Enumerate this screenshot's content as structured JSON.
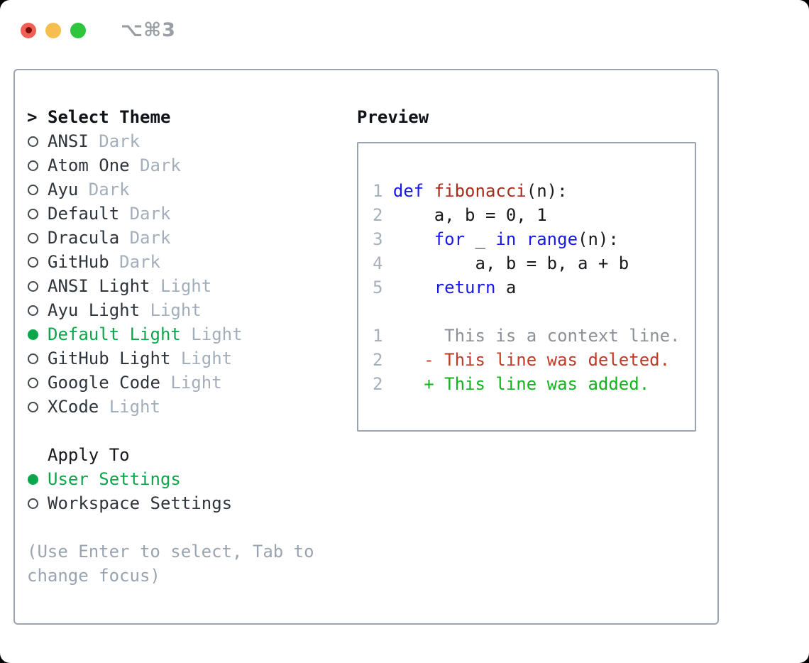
{
  "colors": {
    "accent-green": "#0ba64a",
    "added-green": "#13b31f",
    "deleted-red": "#c23a26",
    "keyword-blue": "#1717ee",
    "function-red": "#a82b1b",
    "muted": "#a3aebb",
    "text": "#2e343b",
    "linenum": "#a6b0bb",
    "context-gray": "#8b9196",
    "border": "#9aa3ae",
    "hint": "#9aa4b0"
  },
  "window": {
    "shortcut": "⌥⌘3",
    "traffic_lights": [
      {
        "name": "close",
        "color": "#f16056",
        "inner_dot_color": "#7c0d06"
      },
      {
        "name": "minimize",
        "color": "#f6bd4f"
      },
      {
        "name": "zoom",
        "color": "#2fc63e"
      }
    ]
  },
  "theme_select": {
    "prompt": ">",
    "heading": "Select Theme",
    "themes": [
      {
        "name": "ANSI",
        "tag": "Dark",
        "selected": false
      },
      {
        "name": "Atom One",
        "tag": "Dark",
        "selected": false
      },
      {
        "name": "Ayu",
        "tag": "Dark",
        "selected": false
      },
      {
        "name": "Default",
        "tag": "Dark",
        "selected": false
      },
      {
        "name": "Dracula",
        "tag": "Dark",
        "selected": false
      },
      {
        "name": "GitHub",
        "tag": "Dark",
        "selected": false
      },
      {
        "name": "ANSI Light",
        "tag": "Light",
        "selected": false
      },
      {
        "name": "Ayu Light",
        "tag": "Light",
        "selected": false
      },
      {
        "name": "Default Light",
        "tag": "Light",
        "selected": true
      },
      {
        "name": "GitHub Light",
        "tag": "Light",
        "selected": false
      },
      {
        "name": "Google Code",
        "tag": "Light",
        "selected": false
      },
      {
        "name": "XCode",
        "tag": "Light",
        "selected": false
      }
    ],
    "apply_to": {
      "heading": "Apply To",
      "options": [
        {
          "name": "User Settings",
          "selected": true
        },
        {
          "name": "Workspace Settings",
          "selected": false
        }
      ]
    },
    "hint_lines": [
      "(Use Enter to select, Tab to",
      "change focus)"
    ]
  },
  "preview": {
    "heading": "Preview",
    "code_lines": [
      [],
      [
        [
          "ln",
          "1 "
        ],
        [
          "kw",
          "def "
        ],
        [
          "fn",
          "fibonacci"
        ],
        [
          "pl",
          "(n):"
        ]
      ],
      [
        [
          "ln",
          "2 "
        ],
        [
          "pl",
          "    a, b = 0, 1"
        ]
      ],
      [
        [
          "ln",
          "3 "
        ],
        [
          "pl",
          "    "
        ],
        [
          "kw",
          "for"
        ],
        [
          "pl",
          " _ "
        ],
        [
          "kw",
          "in"
        ],
        [
          "pl",
          " "
        ],
        [
          "kw",
          "range"
        ],
        [
          "pl",
          "(n):"
        ]
      ],
      [
        [
          "ln",
          "4 "
        ],
        [
          "pl",
          "        a, b = b, a + b"
        ]
      ],
      [
        [
          "ln",
          "5 "
        ],
        [
          "pl",
          "    "
        ],
        [
          "kw",
          "return"
        ],
        [
          "pl",
          " a"
        ]
      ],
      [],
      [
        [
          "ln",
          "1 "
        ],
        [
          "ctx",
          "     This is a context line."
        ]
      ],
      [
        [
          "ln",
          "2 "
        ],
        [
          "del",
          "   - This line was deleted."
        ]
      ],
      [
        [
          "ln",
          "2 "
        ],
        [
          "add",
          "   + This line was added."
        ]
      ],
      []
    ]
  }
}
